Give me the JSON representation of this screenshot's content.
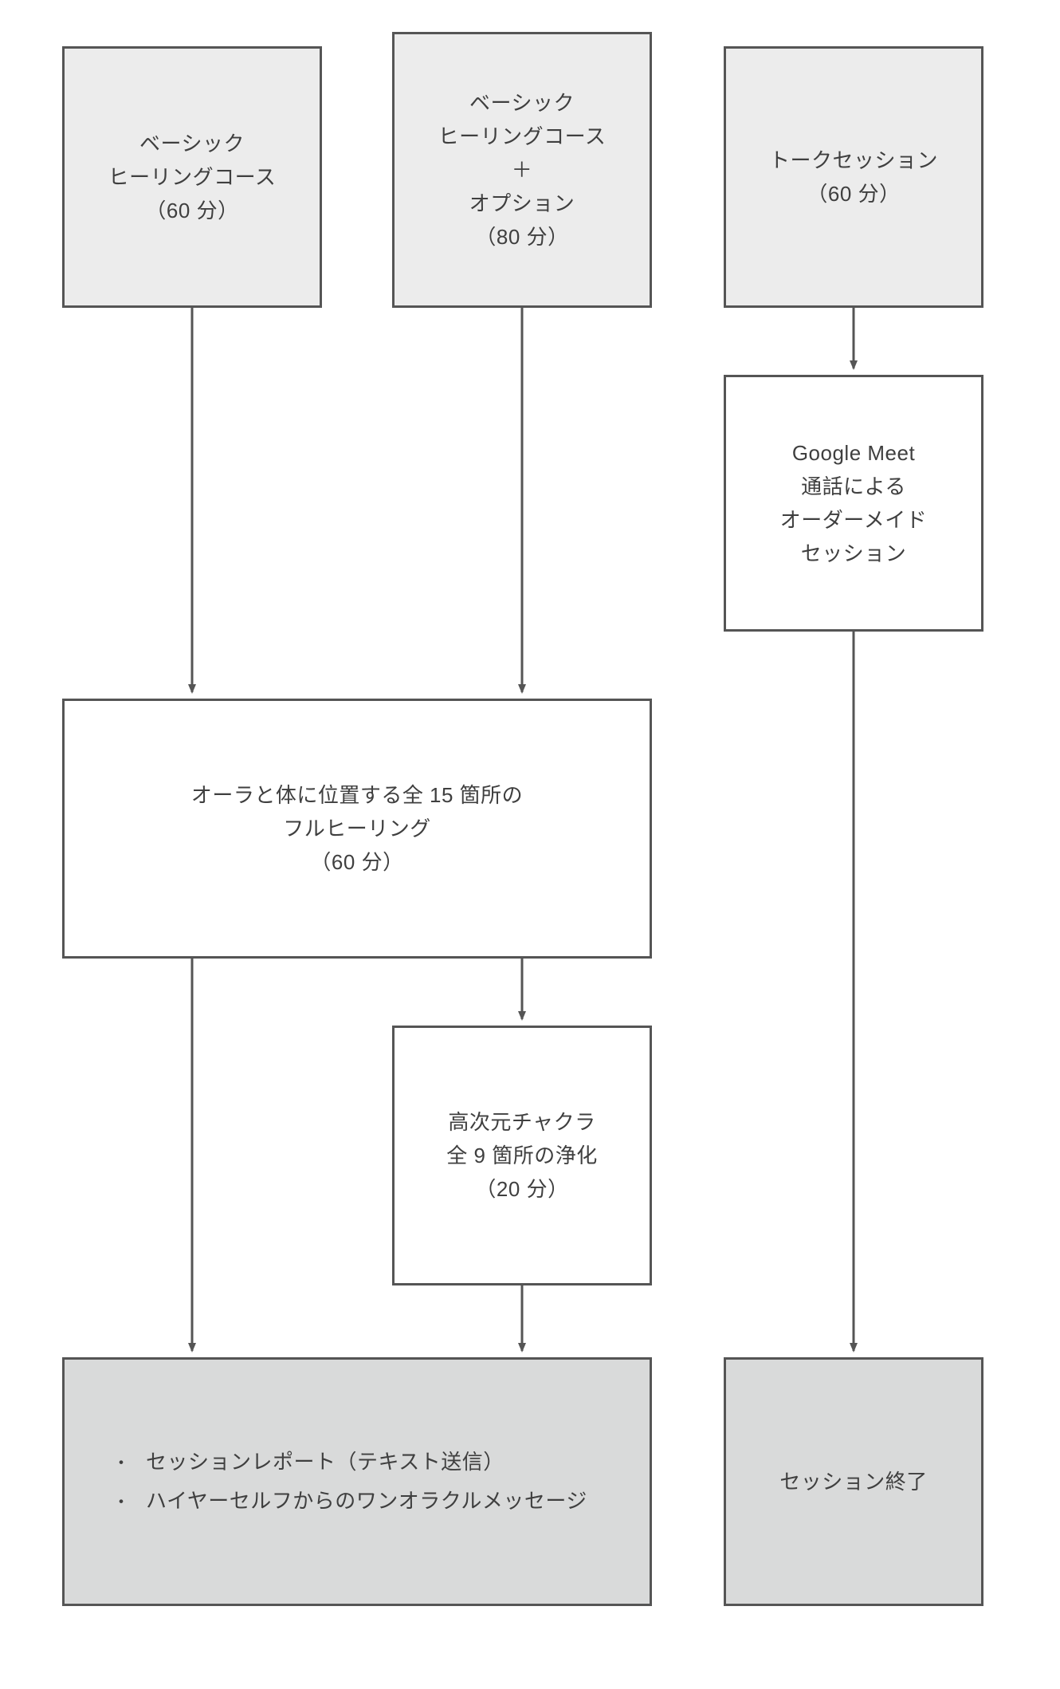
{
  "diagram": {
    "title": "healing-course-session-flow",
    "colors": {
      "border": "#555555",
      "text": "#3f3f3f",
      "fill_light": "#ececec",
      "fill_white": "#ffffff",
      "fill_gray": "#d9dada",
      "edge": "#555555",
      "background": "#ffffff"
    },
    "nodes": {
      "basic": {
        "id": "basic-healing-course",
        "lines": [
          "ベーシック",
          "ヒーリングコース",
          "（60 分）"
        ]
      },
      "basic_option": {
        "id": "basic-healing-course-plus-option",
        "lines": [
          "ベーシック",
          "ヒーリングコース",
          "＋",
          "オプション",
          "（80 分）"
        ]
      },
      "talk": {
        "id": "talk-session",
        "lines": [
          "トークセッション",
          "（60 分）"
        ]
      },
      "meet": {
        "id": "google-meet-session",
        "lines": [
          "Google Meet",
          "通話による",
          "オーダーメイド",
          "セッション"
        ]
      },
      "aura": {
        "id": "full-healing",
        "lines": [
          "オーラと体に位置する全 15 箇所の",
          "フルヒーリング",
          "（60 分）"
        ]
      },
      "chakra": {
        "id": "high-dimension-chakra",
        "lines": [
          "高次元チャクラ",
          "全 9 箇所の浄化",
          "（20 分）"
        ]
      },
      "report": {
        "id": "session-deliverables",
        "bullet_marker": "・",
        "bullets": [
          "セッションレポート（テキスト送信）",
          "ハイヤーセルフからのワンオラクルメッセージ"
        ]
      },
      "end": {
        "id": "session-finished",
        "lines": [
          "セッション終了"
        ]
      }
    },
    "edges": [
      {
        "from": "basic",
        "to": "aura"
      },
      {
        "from": "basic_option",
        "to": "aura"
      },
      {
        "from": "talk",
        "to": "meet"
      },
      {
        "from": "meet",
        "to": "end"
      },
      {
        "from": "aura",
        "to": "report"
      },
      {
        "from": "aura",
        "to": "chakra"
      },
      {
        "from": "chakra",
        "to": "report"
      }
    ]
  }
}
